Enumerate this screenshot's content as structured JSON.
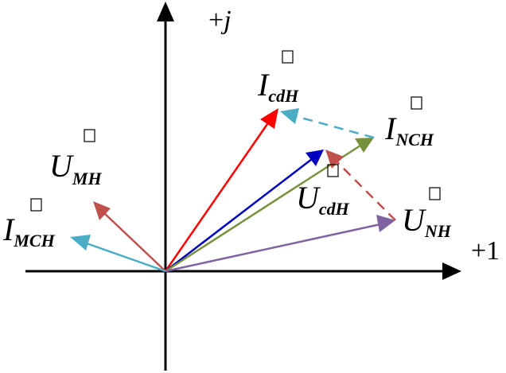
{
  "axes": {
    "x_label": "+1",
    "y_label_sign": "+",
    "y_label_var": "j"
  },
  "colors": {
    "axis": "#000000",
    "I_cdH": "#ff0000",
    "U_cdH": "#0000c0",
    "I_NCH": "#76923c",
    "U_NH": "#8064a2",
    "U_MH": "#c0504d",
    "I_MCH": "#4bacc6",
    "dashed_cyan": "#4bacc6",
    "dashed_red": "#c0504d"
  },
  "labels": {
    "I_cdH": {
      "main": "I",
      "sub": "cdH"
    },
    "I_NCH": {
      "main": "I",
      "sub": "NCH"
    },
    "U_cdH": {
      "main": "U",
      "sub": "cdH"
    },
    "U_NH": {
      "main": "U",
      "sub": "NH"
    },
    "U_MH": {
      "main": "U",
      "sub": "MH"
    },
    "I_MCH": {
      "main": "I",
      "sub": "MCH"
    }
  }
}
